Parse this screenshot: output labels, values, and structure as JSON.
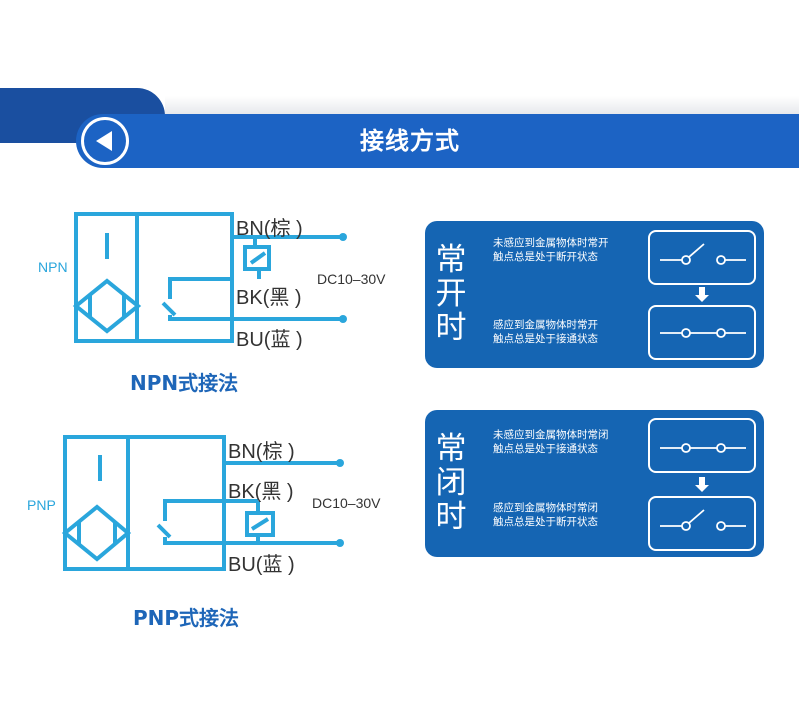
{
  "header": {
    "title": "接线方式",
    "back_icon": "circle-left-arrow-icon"
  },
  "colors": {
    "header_dark": "#1a4fa0",
    "header_bar": "#1c63c4",
    "diagram_line": "#2aa6dc",
    "caption": "#1e66b8",
    "panel_bg": "#1565b3"
  },
  "circuits": [
    {
      "type_label": "NPN",
      "wires": [
        "BN(棕 )",
        "BK(黑 )",
        "BU(蓝 )"
      ],
      "supply": "DC10–30V",
      "caption": "NPN式接法",
      "load_between": "BN-BK"
    },
    {
      "type_label": "PNP",
      "wires": [
        "BN(棕 )",
        "BK(黑 )",
        "BU(蓝 )"
      ],
      "supply": "DC10–30V",
      "caption": "PNP式接法",
      "load_between": "BK-BU"
    }
  ],
  "panels": [
    {
      "title_chars": [
        "常",
        "开",
        "时"
      ],
      "states": [
        {
          "lines": [
            "未感应到金属物体时常开",
            "触点总是处于断开状态"
          ],
          "switch": "open"
        },
        {
          "lines": [
            "感应到金属物体时常开",
            "触点总是处于接通状态"
          ],
          "switch": "closed"
        }
      ],
      "arrow_icon": "arrow-down-icon"
    },
    {
      "title_chars": [
        "常",
        "闭",
        "时"
      ],
      "states": [
        {
          "lines": [
            "未感应到金属物体时常闭",
            "触点总是处于接通状态"
          ],
          "switch": "closed"
        },
        {
          "lines": [
            "感应到金属物体时常闭",
            "触点总是处于断开状态"
          ],
          "switch": "open"
        }
      ],
      "arrow_icon": "arrow-down-icon"
    }
  ]
}
